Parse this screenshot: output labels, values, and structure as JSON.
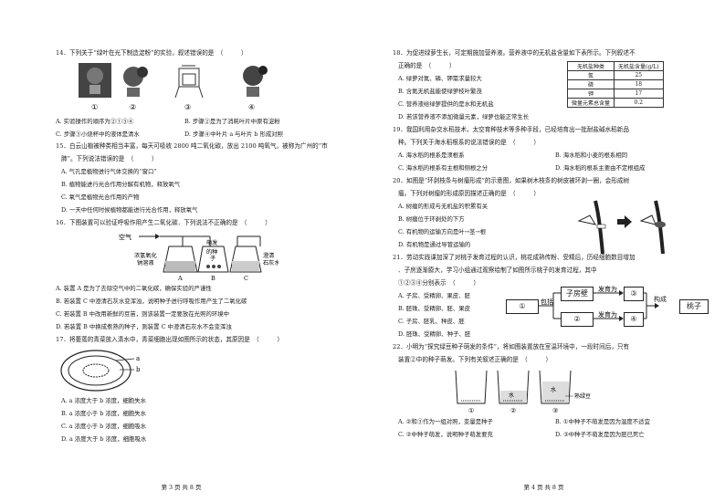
{
  "left": {
    "q14": {
      "stem": "14．下列关于“绿叶在光下制造淀粉”的实验，叙述错误的是　（　　　）",
      "figure_labels": [
        "①",
        "②",
        "③",
        "④"
      ],
      "options": [
        "A. 实验操作的顺序为②①③④",
        "B. 步骤②是为了消耗叶片中原有淀粉",
        "C. 步骤③小烧杯中的液体是清水",
        "D. 步骤④中叶片 a 与叶片 b 形成对照"
      ]
    },
    "q15": {
      "stem_lines": [
        "15．白云山植被种类相当丰富，每天可吸收 2800 吨二氧化碳，放出 2100 吨氧气，被称为广州的“市",
        "肺”。下列说法错误的是　（　　　）"
      ],
      "options": [
        "A. 气孔是植物进行气体交换的“窗口”",
        "B. 植物能进行光合作用分解有机物，释放氧气",
        "C. 氧气是植物光合作用的产物",
        "D. 一天中任何时候植物都能进行光合作用，释放氧气"
      ]
    },
    "q16": {
      "stem": "16．下图装置可以验证呼吸作用产生二氧化碳．下列说法不正确的是　（　　　）",
      "figure_labels": {
        "air": "空气",
        "naoh": "浓氢氧化",
        "naoh2": "钠溶液",
        "seeds": "萌发",
        "seeds2": "的种",
        "seeds3": "子",
        "lime": "澄清",
        "lime2": "石灰水",
        "a": "A",
        "b": "B",
        "c": "C"
      },
      "options": [
        "A. 装置 A 是为了去除空气中的二氧化碳，确保实验的严谨性",
        "B. 若装置 C 中澄清石灰水变浑浊，说明种子进行呼吸作用产生了二氧化碳",
        "C. 若装置 B 中改用新鲜的豆苗，则该装置一定要放在光照的环境中",
        "D. 若装置 B 中换成煮熟的种子，则装置 C 中澄清石灰水不会变浑浊"
      ]
    },
    "q17": {
      "stem": "17．将萎蔫的青菜放入清水中，青菜细胞出现如图所示的状态，其原因是　（　　　）",
      "figure_labels": {
        "a": "a",
        "b": "b"
      },
      "options": [
        "A. a 浓度大于 b 浓度，细胞失水",
        "B. a 浓度小于 b 浓度，细胞失水",
        "C. a 浓度小于 b 浓度，细胞吸水",
        "D. a 浓度大于 b 浓度，细胞吸水"
      ]
    },
    "footer": "第 3 页 共 8 页"
  },
  "right": {
    "q18": {
      "stem_lines": [
        "18．为促进绿萝生长，可定期施加营养液。营养液中的无机盐含量如下表所示。下列叙述不",
        "正确的是　（　　　）"
      ],
      "options": [
        "A. 绿萝对氮、磷、钾需求量较大",
        "B. 含氮无机盐能使绿萝枝叶繁茂",
        "C. 营养液给绿萝提供的是水和无机盐",
        "D. 若该营养液不添加微量元素，绿萝也能正常生长"
      ],
      "table": {
        "headers": [
          "无机盐种类",
          "无机盐含量(g/L)"
        ],
        "rows": [
          [
            "氮",
            "25"
          ],
          [
            "磷",
            "18"
          ],
          [
            "钾",
            "17"
          ],
          [
            "微量元素总含量",
            "0.2"
          ]
        ]
      }
    },
    "q19": {
      "stem_lines": [
        "19．我国利用杂交水稻技术，太空育种技术等多种手段，已经培育出一批耐盐碱水稻新品",
        "种。下列关于海水稻根系的说法错误的是　（　　　）"
      ],
      "options": [
        "A. 海水稻的根系是须根系",
        "B. 海水稻和小麦的根系相同",
        "C. 海水稻的根系有主根和侧根之分",
        "D. 海水稻的根系主要由不定根组成"
      ]
    },
    "q20": {
      "stem_lines": [
        "20．如图是“环剥枝条与树瘤形成”的示意图，如果树木枝条的树皮被环剥一圈，会形成树",
        "瘤。下列对树瘤的形成原因描述正确的是　（　　　）"
      ],
      "options": [
        "A. 树瘤的形成与无机盐的积累有关",
        "B. 树瘤位于环剥处的下方",
        "C. 有机物的运输方向是叶→茎→根",
        "D. 有机物是通过导管运输的"
      ]
    },
    "q21": {
      "stem_lines": [
        "21．劳动实践课加深了对桃子发育过程的认识，桃花成熟传粉、受精后，历经细胞数目增加",
        "、子房逐渐膨大，学习小组通过观察绘制了如图所示桃子的发育过程，其中",
        "①②③④分别表示　（　　　）"
      ],
      "options": [
        "A. 子房、受精卵、果皮、胚",
        "B. 胚珠、受精卵、胚、果皮",
        "C. 子房、胚乳、种皮、胚",
        "D. 胚珠、受精卵、种子、胚"
      ],
      "diagram": {
        "b1": "①",
        "b2": "子房壁",
        "b3": "③",
        "b4": "②",
        "b5": "④",
        "b6": "桃子",
        "a1": "包括",
        "a2": "发育为",
        "a3": "发育为",
        "a4": "构成"
      }
    },
    "q22": {
      "stem_lines": [
        "22．小明为“探究绿豆种子萌发的条件”，将如图装置放在室温环境中，一段时间后，只有",
        "装置②中的种子萌发。下列有关叙述正确的是　（　　　）"
      ],
      "figure_labels": {
        "c1": "①",
        "c2": "②",
        "c3": "③",
        "water": "水",
        "water2": "水",
        "beans": "熟绿豆"
      },
      "options": [
        "A. ②和③作为一组对照，变量是种子",
        "B. ①中种子不萌发是因为温度不适宜",
        "C. ②中种子萌发，说明种子萌发要充",
        "D. ③中种子不萌发是因为胚已死亡"
      ]
    },
    "footer": "第 4 页 共 8 页"
  }
}
